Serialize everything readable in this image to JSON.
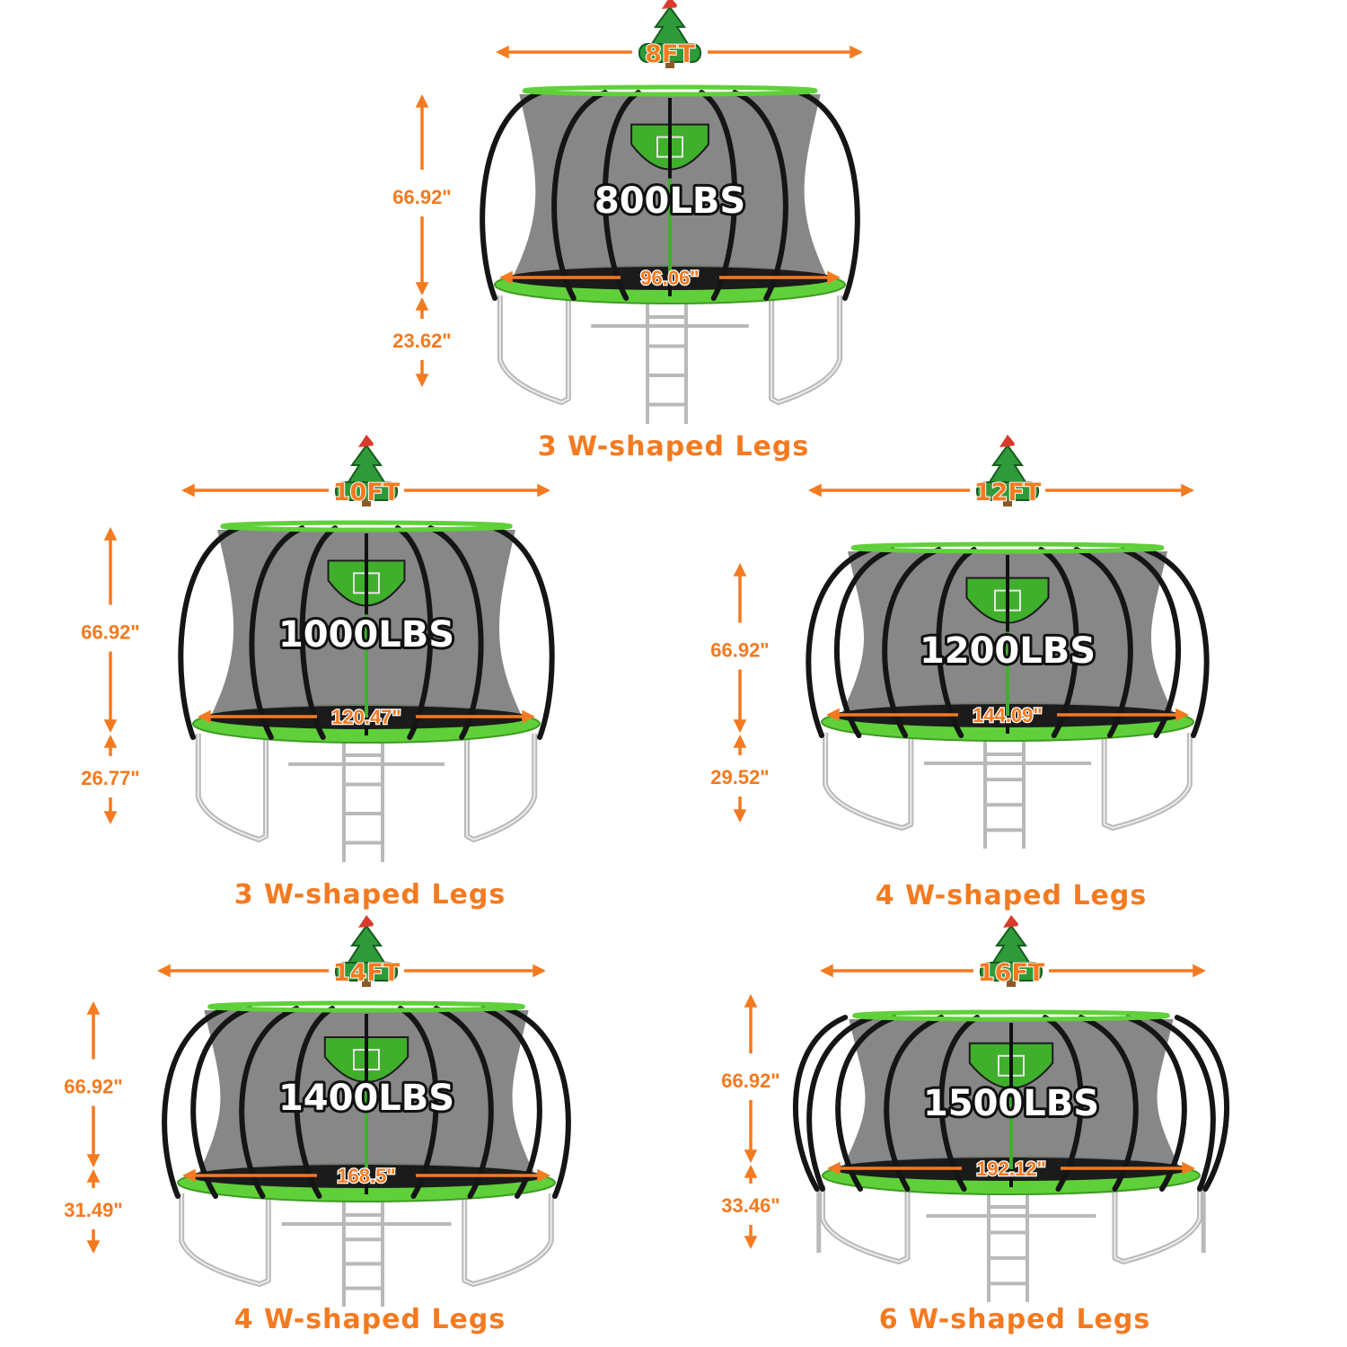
{
  "colors": {
    "accent": "#f47a20",
    "frame_green": "#5fd03a",
    "net_gray": "#7a7a7a",
    "mat_black": "#1b1b1b",
    "pole_black": "#151515",
    "steel": "#b9b9b9",
    "tree_green": "#2e9a3a",
    "hat_red": "#d93a2b"
  },
  "icons": {
    "size_badge": "christmas-tree-icon"
  },
  "trampolines": [
    {
      "size_label": "8FT",
      "capacity": "800LBS",
      "diameter": "96.06\"",
      "net_height": "66.92\"",
      "leg_height": "23.62\"",
      "legs_label": "3 W-shaped Legs",
      "leg_count": 3
    },
    {
      "size_label": "10FT",
      "capacity": "1000LBS",
      "diameter": "120.47\"",
      "net_height": "66.92\"",
      "leg_height": "26.77\"",
      "legs_label": "3 W-shaped Legs",
      "leg_count": 3
    },
    {
      "size_label": "12FT",
      "capacity": "1200LBS",
      "diameter": "144.09\"",
      "net_height": "66.92\"",
      "leg_height": "29.52\"",
      "legs_label": "4 W-shaped Legs",
      "leg_count": 4
    },
    {
      "size_label": "14FT",
      "capacity": "1400LBS",
      "diameter": "168.5\"",
      "net_height": "66.92\"",
      "leg_height": "31.49\"",
      "legs_label": "4 W-shaped Legs",
      "leg_count": 4
    },
    {
      "size_label": "16FT",
      "capacity": "1500LBS",
      "diameter": "192.12\"",
      "net_height": "66.92\"",
      "leg_height": "33.46\"",
      "legs_label": "6 W-shaped Legs",
      "leg_count": 6
    }
  ]
}
